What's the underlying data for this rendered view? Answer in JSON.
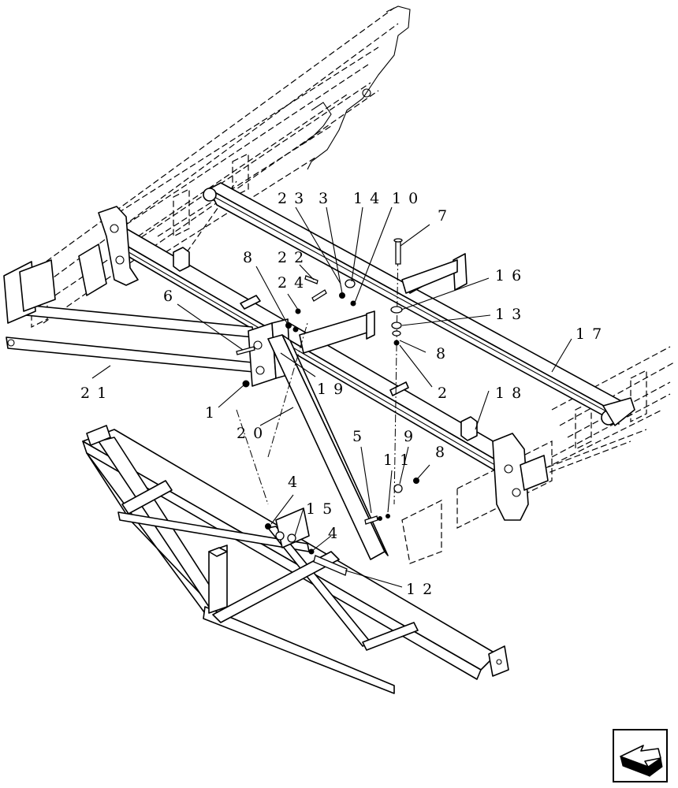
{
  "callouts": [
    {
      "id": "c1",
      "text": "1"
    },
    {
      "id": "c2",
      "text": "2"
    },
    {
      "id": "c3",
      "text": "3"
    },
    {
      "id": "c4a",
      "text": "4"
    },
    {
      "id": "c4b",
      "text": "4"
    },
    {
      "id": "c5",
      "text": "5"
    },
    {
      "id": "c6",
      "text": "6"
    },
    {
      "id": "c7",
      "text": "7"
    },
    {
      "id": "c8a",
      "text": "8"
    },
    {
      "id": "c8b",
      "text": "8"
    },
    {
      "id": "c8c",
      "text": "8"
    },
    {
      "id": "c9",
      "text": "9"
    },
    {
      "id": "c10",
      "text": "10"
    },
    {
      "id": "c11",
      "text": "11"
    },
    {
      "id": "c12",
      "text": "12"
    },
    {
      "id": "c13",
      "text": "13"
    },
    {
      "id": "c14",
      "text": "14"
    },
    {
      "id": "c15",
      "text": "15"
    },
    {
      "id": "c16",
      "text": "16"
    },
    {
      "id": "c17",
      "text": "17"
    },
    {
      "id": "c18",
      "text": "18"
    },
    {
      "id": "c19",
      "text": "19"
    },
    {
      "id": "c20",
      "text": "20"
    },
    {
      "id": "c21",
      "text": "21"
    },
    {
      "id": "c22",
      "text": "22"
    },
    {
      "id": "c23",
      "text": "23"
    },
    {
      "id": "c24",
      "text": "24"
    }
  ],
  "nav_icon": "previous-page-arrow-icon"
}
